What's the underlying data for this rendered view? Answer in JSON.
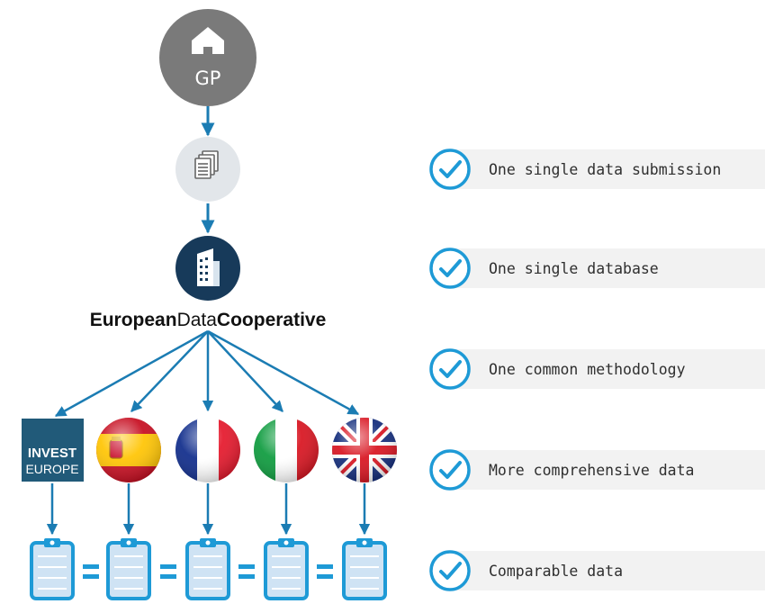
{
  "gp": {
    "icon": "house-icon",
    "label": "GP"
  },
  "submission": {
    "icon": "documents-icon"
  },
  "edc": {
    "icon": "building-icon",
    "name_part1": "European",
    "name_part2": "Data",
    "name_part3": "Cooperative"
  },
  "associations": [
    {
      "id": "investeurope",
      "line1": "INVEST",
      "line2": "EUROPE"
    },
    {
      "id": "spain",
      "icon": "spain-flag-icon"
    },
    {
      "id": "france",
      "icon": "france-flag-icon"
    },
    {
      "id": "italy",
      "icon": "italy-flag-icon"
    },
    {
      "id": "uk",
      "icon": "uk-flag-icon"
    }
  ],
  "report_icon": "clipboard-icon",
  "equals_sign": "=",
  "benefits": [
    {
      "icon": "check-circle-icon",
      "label": "One single data submission"
    },
    {
      "icon": "check-circle-icon",
      "label": "One single database"
    },
    {
      "icon": "check-circle-icon",
      "label": "One common methodology"
    },
    {
      "icon": "check-circle-icon",
      "label": "More comprehensive data"
    },
    {
      "icon": "check-circle-icon",
      "label": "Comparable data"
    }
  ],
  "colors": {
    "gp_circle": "#7a7a7a",
    "doc_circle": "#e2e6ea",
    "edc_circle": "#173a5a",
    "arrow": "#1b7cb3",
    "invest_bg": "#215a79",
    "accent": "#1e9ad6",
    "clipboard_fill": "#cfe3f4",
    "bar_bg": "#f2f2f2"
  }
}
